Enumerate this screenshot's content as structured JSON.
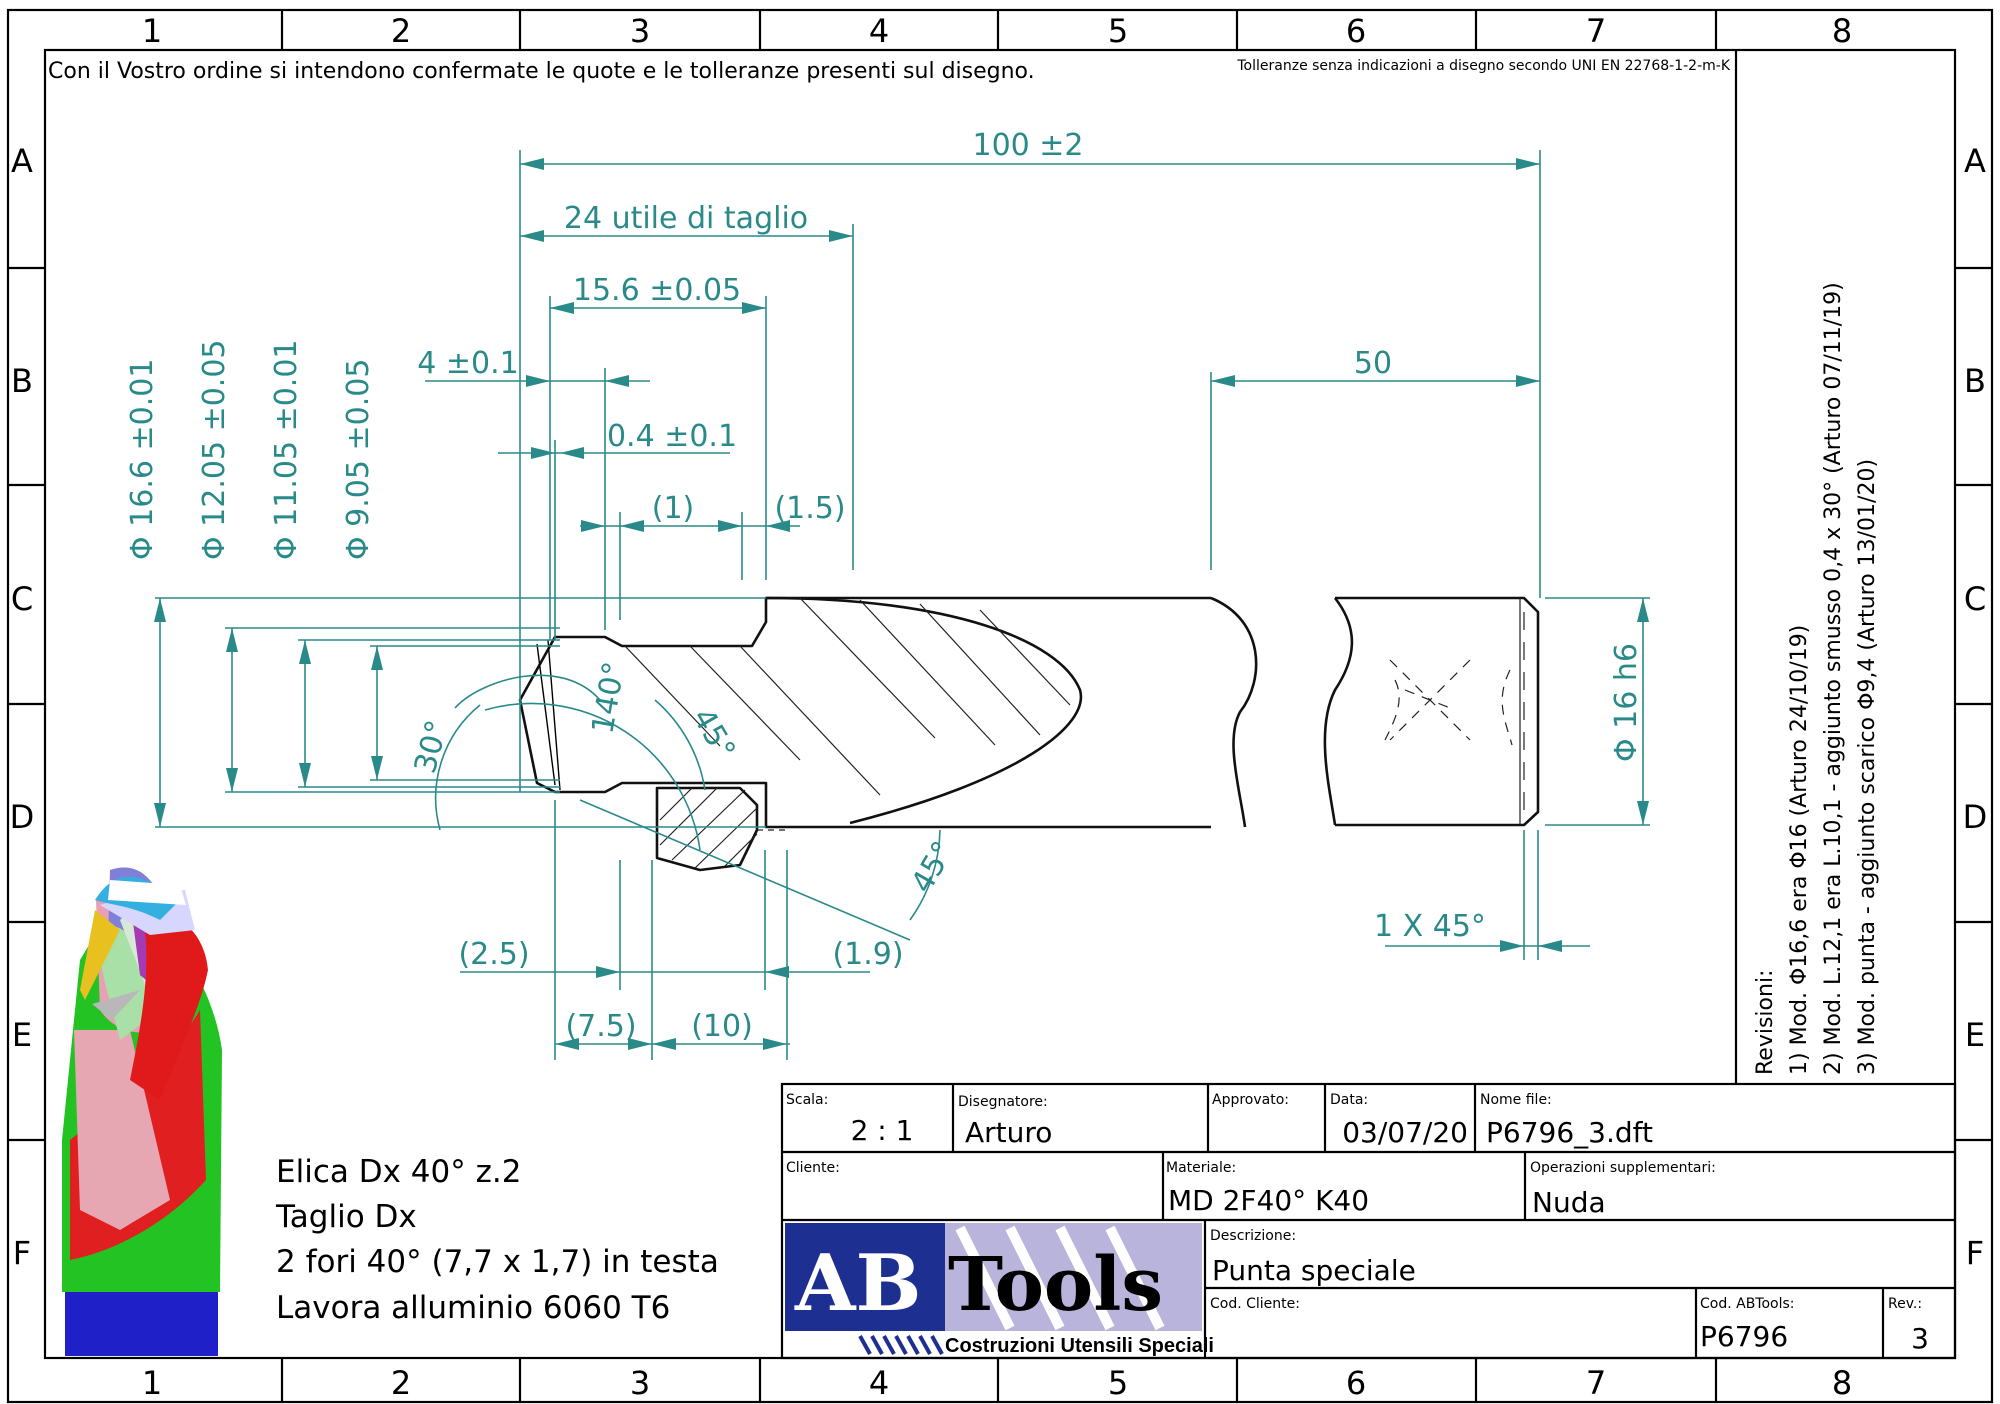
{
  "zones": {
    "columns": [
      "1",
      "2",
      "3",
      "4",
      "5",
      "6",
      "7",
      "8"
    ],
    "rows": [
      "A",
      "B",
      "C",
      "D",
      "E",
      "F"
    ]
  },
  "notes": {
    "order_note": "Con il Vostro ordine si intendono confermate le quote e le tolleranze presenti sul disegno.",
    "tolerance_note": "Tolleranze senza indicazioni a disegno secondo UNI EN 22768-1-2-m-K"
  },
  "dimensions": {
    "overall_length": "100 ±2",
    "cutting_length": "24 utile di taglio",
    "step_length": "15.6 ±0.05",
    "tip_length": "4 ±0.1",
    "chamfer": "0.4 ±0.1",
    "ref_1": "(1)",
    "ref_1_5": "(1.5)",
    "shank_length": "50",
    "dia_16_6": "Φ 16.6 ±0.01",
    "dia_12_05": "Φ 12.05 ±0.05",
    "dia_11_05": "Φ 11.05 ±0.01",
    "dia_9_05": "Φ 9.05 ±0.05",
    "dia_16_h6": "Φ 16 h6",
    "angle_140": "140°",
    "angle_45a": "45°",
    "angle_30": "30°",
    "angle_45b": "45°",
    "ref_2_5": "(2.5)",
    "ref_1_9": "(1.9)",
    "ref_7_5": "(7.5)",
    "ref_10": "(10)",
    "end_chamfer": "1 X 45°"
  },
  "specs": [
    "Elica Dx 40° z.2",
    "Taglio Dx",
    "2 fori 40° (7,7 x 1,7) in testa",
    "Lavora alluminio 6060 T6"
  ],
  "revisions": {
    "title": "Revisioni:",
    "items": [
      "1) Mod. Φ16,6 era Φ16 (Arturo 24/10/19)",
      "2) Mod. L.12,1 era L.10,1 - aggiunto smusso 0,4 x 30° (Arturo 07/11/19)",
      "3) Mod. punta - aggiunto scarico Φ9,4 (Arturo 13/01/20)"
    ]
  },
  "title_block": {
    "scale_label": "Scala:",
    "scale_value": "2 : 1",
    "designer_label": "Disegnatore:",
    "designer_value": "Arturo",
    "approved_label": "Approvato:",
    "approved_value": "",
    "date_label": "Data:",
    "date_value": "03/07/20",
    "filename_label": "Nome file:",
    "filename_value": "P6796_3.dft",
    "client_label": "Cliente:",
    "client_value": "",
    "material_label": "Materiale:",
    "material_value": "MD 2F40° K40",
    "ops_label": "Operazioni supplementari:",
    "ops_value": "Nuda",
    "desc_label": "Descrizione:",
    "desc_value": "Punta speciale",
    "client_code_label": "Cod. Cliente:",
    "client_code_value": "",
    "abtools_code_label": "Cod. ABTools:",
    "abtools_code_value": "P6796",
    "rev_label": "Rev.:",
    "rev_value": "3"
  },
  "logo": {
    "ab": "AB",
    "tools": "Tools",
    "tagline": "Costruzioni Utensili Speciali",
    "blue": "#1d2f91",
    "lilac": "#b9b4dc"
  },
  "colors": {
    "dimension": "#2a8a8a",
    "frame": "#000000"
  }
}
